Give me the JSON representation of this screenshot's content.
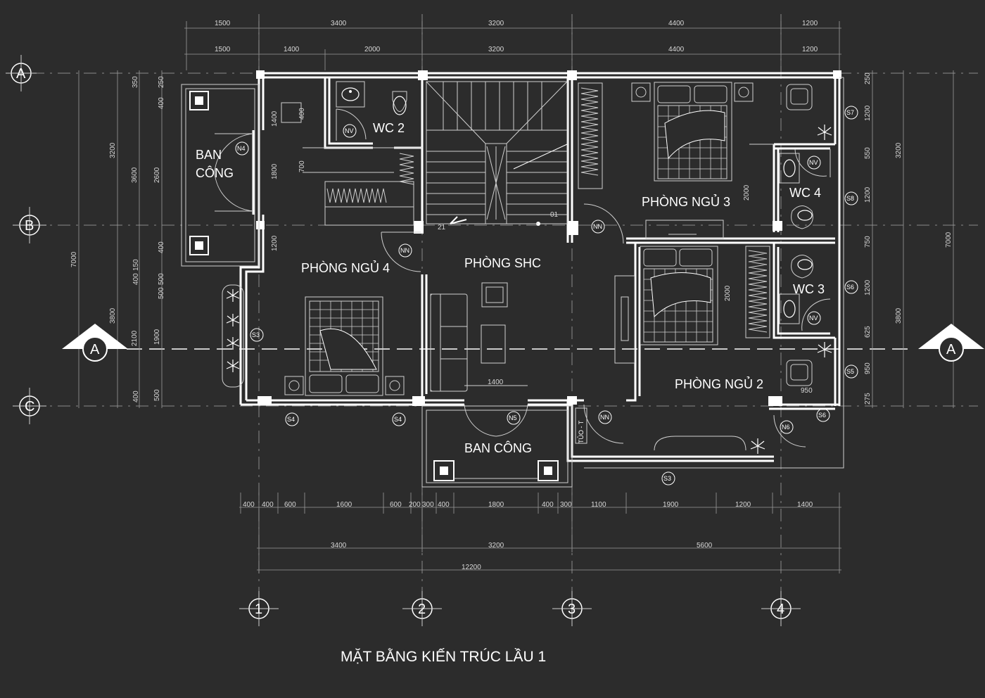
{
  "drawing": {
    "title": "MẶT BẰNG KIẾN TRÚC LẦU 1",
    "colors": {
      "background": "#2c2c2c",
      "lines": "#ffffff",
      "dims": "#9a9a9a"
    }
  },
  "rooms": {
    "ban_cong_left_1": "BAN",
    "ban_cong_left_2": "CÔNG",
    "wc2": "WC  2",
    "phong_ngu_3": "PHÒNG NGỦ 3",
    "wc4": "WC  4",
    "phong_ngu_4": "PHÒNG NGỦ 4",
    "phong_shc": "PHÒNG SHC",
    "wc3": "WC  3",
    "phong_ngu_2": "PHÒNG NGỦ 2",
    "ban_cong_bottom": "BAN CÔNG"
  },
  "labels": {
    "stair_up": "21",
    "stair_start": "01",
    "tu": "TỦO - T"
  },
  "axes": {
    "rows": [
      "A",
      "B",
      "C"
    ],
    "cols": [
      "1",
      "2",
      "3",
      "4"
    ],
    "section": "A"
  },
  "dims_top_row1": [
    "1500",
    "3400",
    "3200",
    "4400",
    "1200"
  ],
  "dims_top_row2": [
    "1500",
    "1400",
    "2000",
    "3200",
    "4400",
    "1200"
  ],
  "dims_bottom_row1": [
    "400",
    "400",
    "600",
    "1600",
    "600",
    "200",
    "300",
    "400",
    "1800",
    "400",
    "300",
    "1100",
    "1900",
    "1200",
    "1400"
  ],
  "dims_bottom_row2": [
    "3400",
    "3200",
    "5600"
  ],
  "dims_bottom_total": "12200",
  "dims_left_outer": [
    "7000"
  ],
  "dims_left_mid": [
    "3200",
    "3800"
  ],
  "dims_left_inner1": [
    "3600",
    "2100"
  ],
  "dims_left_inner2": [
    "2600",
    "1900",
    "500"
  ],
  "dims_left_inner3": [
    "350",
    "250",
    "400",
    "1800",
    "700",
    "1200",
    "400",
    "150",
    "400",
    "500",
    "400",
    "1400",
    "500",
    "400"
  ],
  "dims_right_outer": [
    "7000"
  ],
  "dims_right_mid": [
    "3200",
    "3800"
  ],
  "dims_right_inner": [
    "250",
    "1200",
    "550",
    "1200",
    "750",
    "1200",
    "625",
    "950",
    "275"
  ],
  "dims_misc": [
    "2000",
    "2000",
    "1400",
    "950"
  ],
  "tags": {
    "s7": "S7",
    "s8": "S8",
    "s6a": "S6",
    "s5": "S5",
    "s3a": "S3",
    "s4a": "S4",
    "s4b": "S4",
    "s3b": "S3",
    "s6b": "S6",
    "n4": "N4",
    "nv1": "NV",
    "nn1": "NN",
    "nn2": "NN",
    "nv2": "NV",
    "nv3": "NV",
    "nn3": "NN",
    "n5": "N5",
    "n6": "N6"
  }
}
